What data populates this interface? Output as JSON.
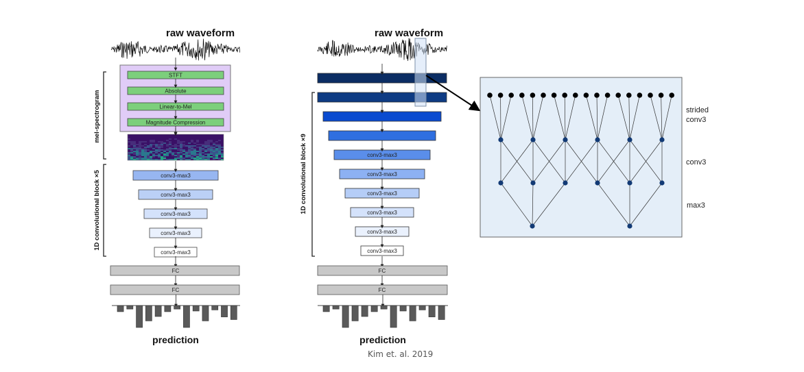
{
  "left_model": {
    "title": "raw waveform",
    "bracket_mel": "mel-spectrogram",
    "bracket_conv": "1D convolutional block ×5",
    "mel_steps": [
      "STFT",
      "Absolute",
      "Linear-to-Mel",
      "Magnitude Compression"
    ],
    "conv_blocks": [
      "conv3-max3",
      "conv3-max3",
      "conv3-max3",
      "conv3-max3",
      "conv3-max3"
    ],
    "fc_layers": [
      "FC",
      "FC"
    ],
    "output": "prediction",
    "prediction_bars": [
      0.28,
      0.16,
      1.0,
      0.7,
      0.5,
      0.28,
      0.16,
      1.0,
      0.25,
      0.7,
      0.2,
      0.52,
      0.64
    ]
  },
  "right_model": {
    "title": "raw waveform",
    "bracket_conv": "1D convolutional block ×9",
    "strided_layers": [
      "",
      ""
    ],
    "conv_blocks": [
      "",
      "",
      "conv3-max3",
      "conv3-max3",
      "conv3-max3",
      "conv3-max3",
      "conv3-max3",
      "conv3-max3"
    ],
    "fc_layers": [
      "FC",
      "FC"
    ],
    "output": "prediction",
    "prediction_bars": [
      0.28,
      0.16,
      1.0,
      0.7,
      0.5,
      0.28,
      0.16,
      1.0,
      0.25,
      0.7,
      0.2,
      0.52,
      0.64
    ]
  },
  "detail": {
    "labels": [
      "strided",
      "conv3",
      "conv3",
      "max3"
    ],
    "input_nodes": 18,
    "conv_nodes": 6,
    "pool_nodes": 2
  },
  "colors": {
    "mel_box": "#e0ccf7",
    "mel_step": "#7ccf7c",
    "fc": "#c8c8c8",
    "bar": "#5a5a5a",
    "detail_bg": "#e4eef8",
    "node": "#123a75",
    "right_blocks": [
      "#0b2d63",
      "#0e3b83",
      "#0a4bd0",
      "#2f6fe0",
      "#5a8eea",
      "#8db1f3",
      "#b5cdf7",
      "#d4e2fb",
      "#eaf1fd",
      "#ffffff"
    ],
    "left_blocks": [
      "#97b6f1",
      "#bbd0f6",
      "#d4e2fb",
      "#eaf1fd",
      "#ffffff"
    ]
  },
  "credit": "Kim et. al. 2019"
}
